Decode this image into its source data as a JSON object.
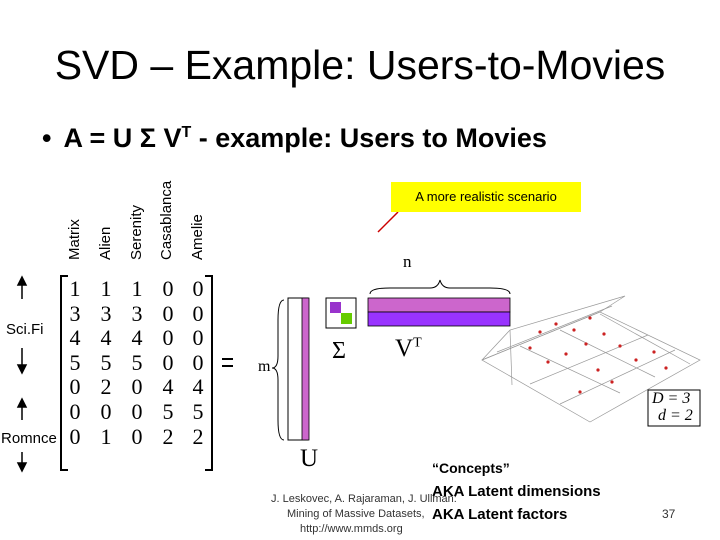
{
  "slide": {
    "title": "SVD – Example: Users-to-Movies",
    "bullet": "•",
    "formula_a": "A = U",
    "sigma_symbol": "Σ",
    "formula_v": "V",
    "formula_t": "T",
    "formula_rest": " - example: Users to Movies",
    "movies": [
      "Matrix",
      "Alien",
      "Serenity",
      "Casablanca",
      "Amelie"
    ],
    "group_scifi": "Sci.Fi",
    "group_romance": "Romnce",
    "matrix_rows": [
      [
        "1",
        "1",
        "1",
        "0",
        "0"
      ],
      [
        "3",
        "3",
        "3",
        "0",
        "0"
      ],
      [
        "4",
        "4",
        "4",
        "0",
        "0"
      ],
      [
        "5",
        "5",
        "5",
        "0",
        "0"
      ],
      [
        "0",
        "2",
        "0",
        "4",
        "4"
      ],
      [
        "0",
        "0",
        "0",
        "5",
        "5"
      ],
      [
        "0",
        "1",
        "0",
        "2",
        "2"
      ]
    ],
    "equals": "=",
    "callout": "A more realistic scenario",
    "diagram": {
      "m": "m",
      "n": "n",
      "U": "U",
      "Sigma": "Σ",
      "VT": "V",
      "VT_sup": "T",
      "D_eq": "D = 3",
      "d_eq": "d = 2"
    },
    "concepts": "“Concepts”",
    "aka1": "AKA Latent dimensions",
    "aka2": "AKA Latent factors",
    "credits": [
      "J. Leskovec, A. Rajaraman, J. Ullman:",
      "Mining of Massive Datasets,",
      "http://www.mmds.org"
    ],
    "page_number": "37"
  },
  "colors": {
    "u_column": "#cc66cc",
    "vt_row_top": "#cc66cc",
    "vt_row_bottom": "#9933ff",
    "sigma_a": "#9933cc",
    "sigma_b": "#66cc00",
    "callout": "#ffff00",
    "arrow": "#cc0000"
  }
}
